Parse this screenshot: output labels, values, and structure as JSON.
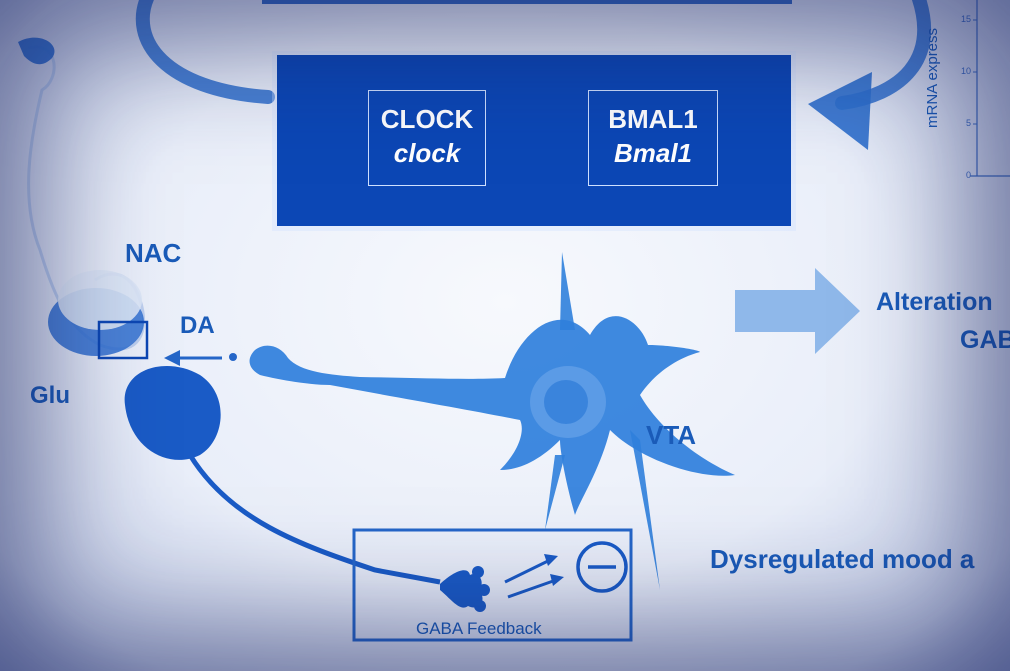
{
  "molecular_box": {
    "clock_protein": "CLOCK",
    "clock_gene": "clock",
    "bmal1_protein": "BMAL1",
    "bmal1_gene": "Bmal1"
  },
  "labels": {
    "nac": "NAC",
    "da": "DA",
    "glu": "Glu",
    "vta": "VTA",
    "gaba_feedback": "GABA Feedback",
    "alteration": "Alteration",
    "gaba_partial": "GAB",
    "dysregulated": "Dysregulated mood a"
  },
  "inset_chart": {
    "ylabel": "mRNA express",
    "yticks": [
      "15",
      "10",
      "5",
      "0"
    ]
  },
  "colors": {
    "primary_blue": "#0d47b3",
    "text_blue": "#1a5bb8",
    "neuron_blue": "#2f7fdc",
    "light_arrow": "#8fb8ea"
  }
}
